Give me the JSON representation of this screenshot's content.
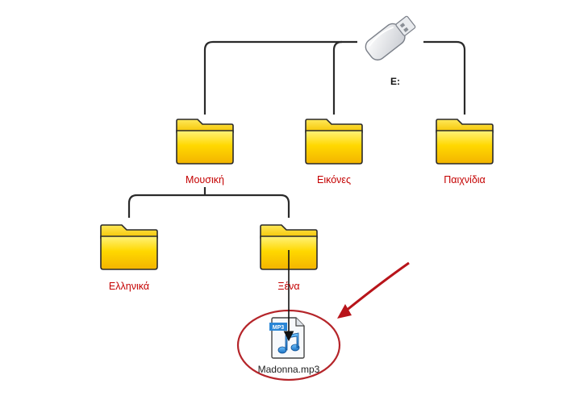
{
  "drive": {
    "label": "E:"
  },
  "folders": {
    "music": "Μουσική",
    "pictures": "Εικόνες",
    "games": "Παιχνίδια",
    "greek": "Ελληνικά",
    "foreign": "Ξένα"
  },
  "file": {
    "name": "Madonna.mp3",
    "badge": "MP3",
    "icon": "mp3-file-icon"
  },
  "colors": {
    "folder_fill": "#ffd700",
    "folder_stroke": "#2a2a2a",
    "label_red": "#c40000",
    "arrow_red": "#b8141a",
    "highlight_circle": "#b5252a",
    "file_blue": "#2a86d6"
  }
}
